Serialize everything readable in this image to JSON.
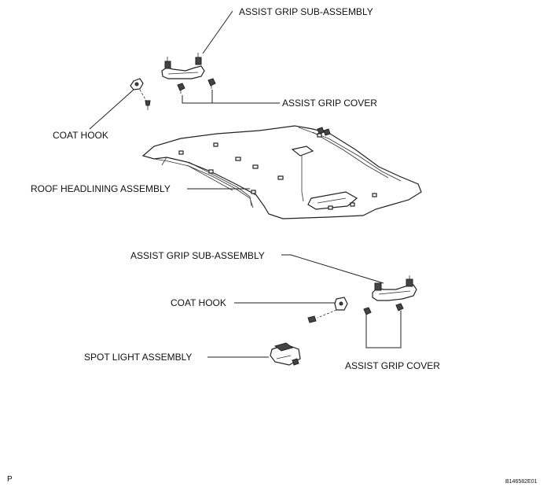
{
  "labels": {
    "assist_grip_sub_assembly_top": "ASSIST GRIP SUB-ASSEMBLY",
    "assist_grip_cover_top": "ASSIST GRIP COVER",
    "coat_hook_top": "COAT HOOK",
    "roof_headlining_assembly": "ROOF HEADLINING ASSEMBLY",
    "assist_grip_sub_assembly_bottom": "ASSIST GRIP SUB-ASSEMBLY",
    "coat_hook_bottom": "COAT HOOK",
    "spot_light_assembly": "SPOT LIGHT ASSEMBLY",
    "assist_grip_cover_bottom": "ASSIST GRIP COVER"
  },
  "corner_marks": {
    "left": "P",
    "right": "B146582E01"
  }
}
